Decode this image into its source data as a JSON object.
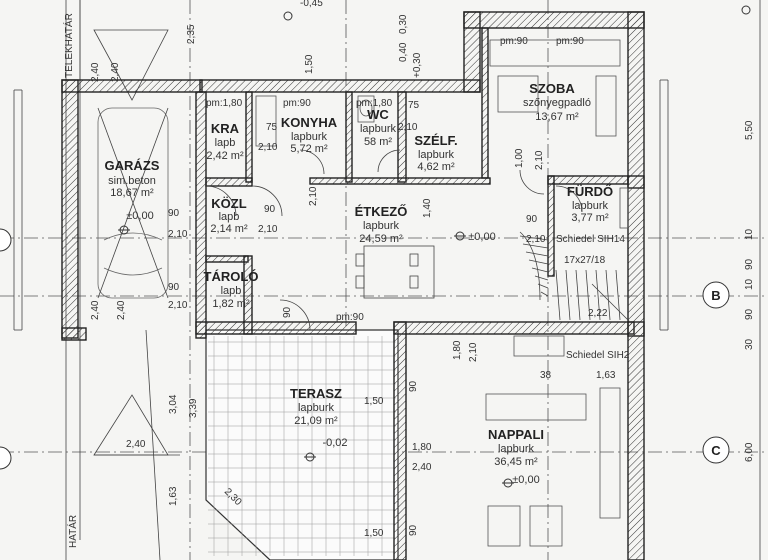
{
  "rooms": {
    "garazs": {
      "name": "GARÁZS",
      "floor": "sim.beton",
      "area": "18,67 m²",
      "level": "±0,00"
    },
    "kra": {
      "name": "KRA",
      "floor": "lapb",
      "area": "2,42 m²"
    },
    "konyha": {
      "name": "KONYHA",
      "floor": "lapburk",
      "area": "5,72 m²"
    },
    "wc": {
      "name": "WC",
      "floor": "lapburk",
      "area": "58 m²"
    },
    "szelf": {
      "name": "SZÉLF.",
      "floor": "lapburk",
      "area": "4,62 m²"
    },
    "szoba": {
      "name": "SZOBA",
      "floor": "szőnyegpadló",
      "area": "13,67 m²"
    },
    "furdo": {
      "name": "FÜRDŐ",
      "floor": "lapburk",
      "area": "3,77 m²"
    },
    "kozl": {
      "name": "KÖZL",
      "floor": "lapb",
      "area": "2,14 m²"
    },
    "etkezo": {
      "name": "ÉTKEZŐ",
      "floor": "lapburk",
      "area": "24,59 m²",
      "level": "±0,00"
    },
    "tarolo": {
      "name": "TÁROLÓ",
      "floor": "lapb",
      "area": "1,82 m²"
    },
    "terasz": {
      "name": "TERASZ",
      "floor": "lapburk",
      "area": "21,09 m²",
      "level": "-0,02"
    },
    "nappali": {
      "name": "NAPPALI",
      "floor": "lapburk",
      "area": "36,45 m²",
      "level": "±0,00"
    }
  },
  "labels": {
    "telekhatar_top": "TELEKHATÁR",
    "telekhatar_bottom": "HATÁR",
    "schiedel1": "Schiedel SIH14",
    "schiedel2": "Schiedel SIH2",
    "stair": "17x27/18",
    "axis_b": "B",
    "axis_c": "C",
    "top_level": "-0,45"
  },
  "dims": {
    "pm90_a": "pm:90",
    "pm90_b": "pm:90",
    "pm180_a": "pm:1,80",
    "pm90_c": "pm:90",
    "pm180_b": "pm:1,80",
    "pm90_d": "pm:90",
    "d235": "2,35",
    "d150": "1,50",
    "d030": "0,30",
    "d040": "0,40",
    "d030b": "+0,30",
    "d550": "5,50",
    "d600": "6,00",
    "d240a": "2,40",
    "d240b": "2,40",
    "d240c": "2,40",
    "d240d": "2,40",
    "d240e": "2,40",
    "d210a": "2,10",
    "d210b": "2,10",
    "d210c": "2,10",
    "d210d": "2,10",
    "d210e": "2,10",
    "d210f": "2,10",
    "d210g": "2,10",
    "d210h": "2,10",
    "d210i": "2,10",
    "d90a": "90",
    "d90b": "90",
    "d90c": "90",
    "d90d": "90",
    "d90e": "90",
    "d90f": "90",
    "d90g": "90",
    "d75a": "75",
    "d75b": "75",
    "d100": "1,00",
    "d140": "1,40",
    "d180a": "1,80",
    "d180b": "1,80",
    "d150b": "1,50",
    "d150c": "1,50",
    "d304": "3,04",
    "d339": "3,39",
    "d163a": "1,63",
    "d163b": "1,63",
    "d230": "2,30",
    "d38": "38",
    "d222": "2,22",
    "d10a": "10",
    "d10b": "10",
    "d30": "30",
    "d90h": "90",
    "d240f": "2,40",
    "d90i": "90"
  }
}
